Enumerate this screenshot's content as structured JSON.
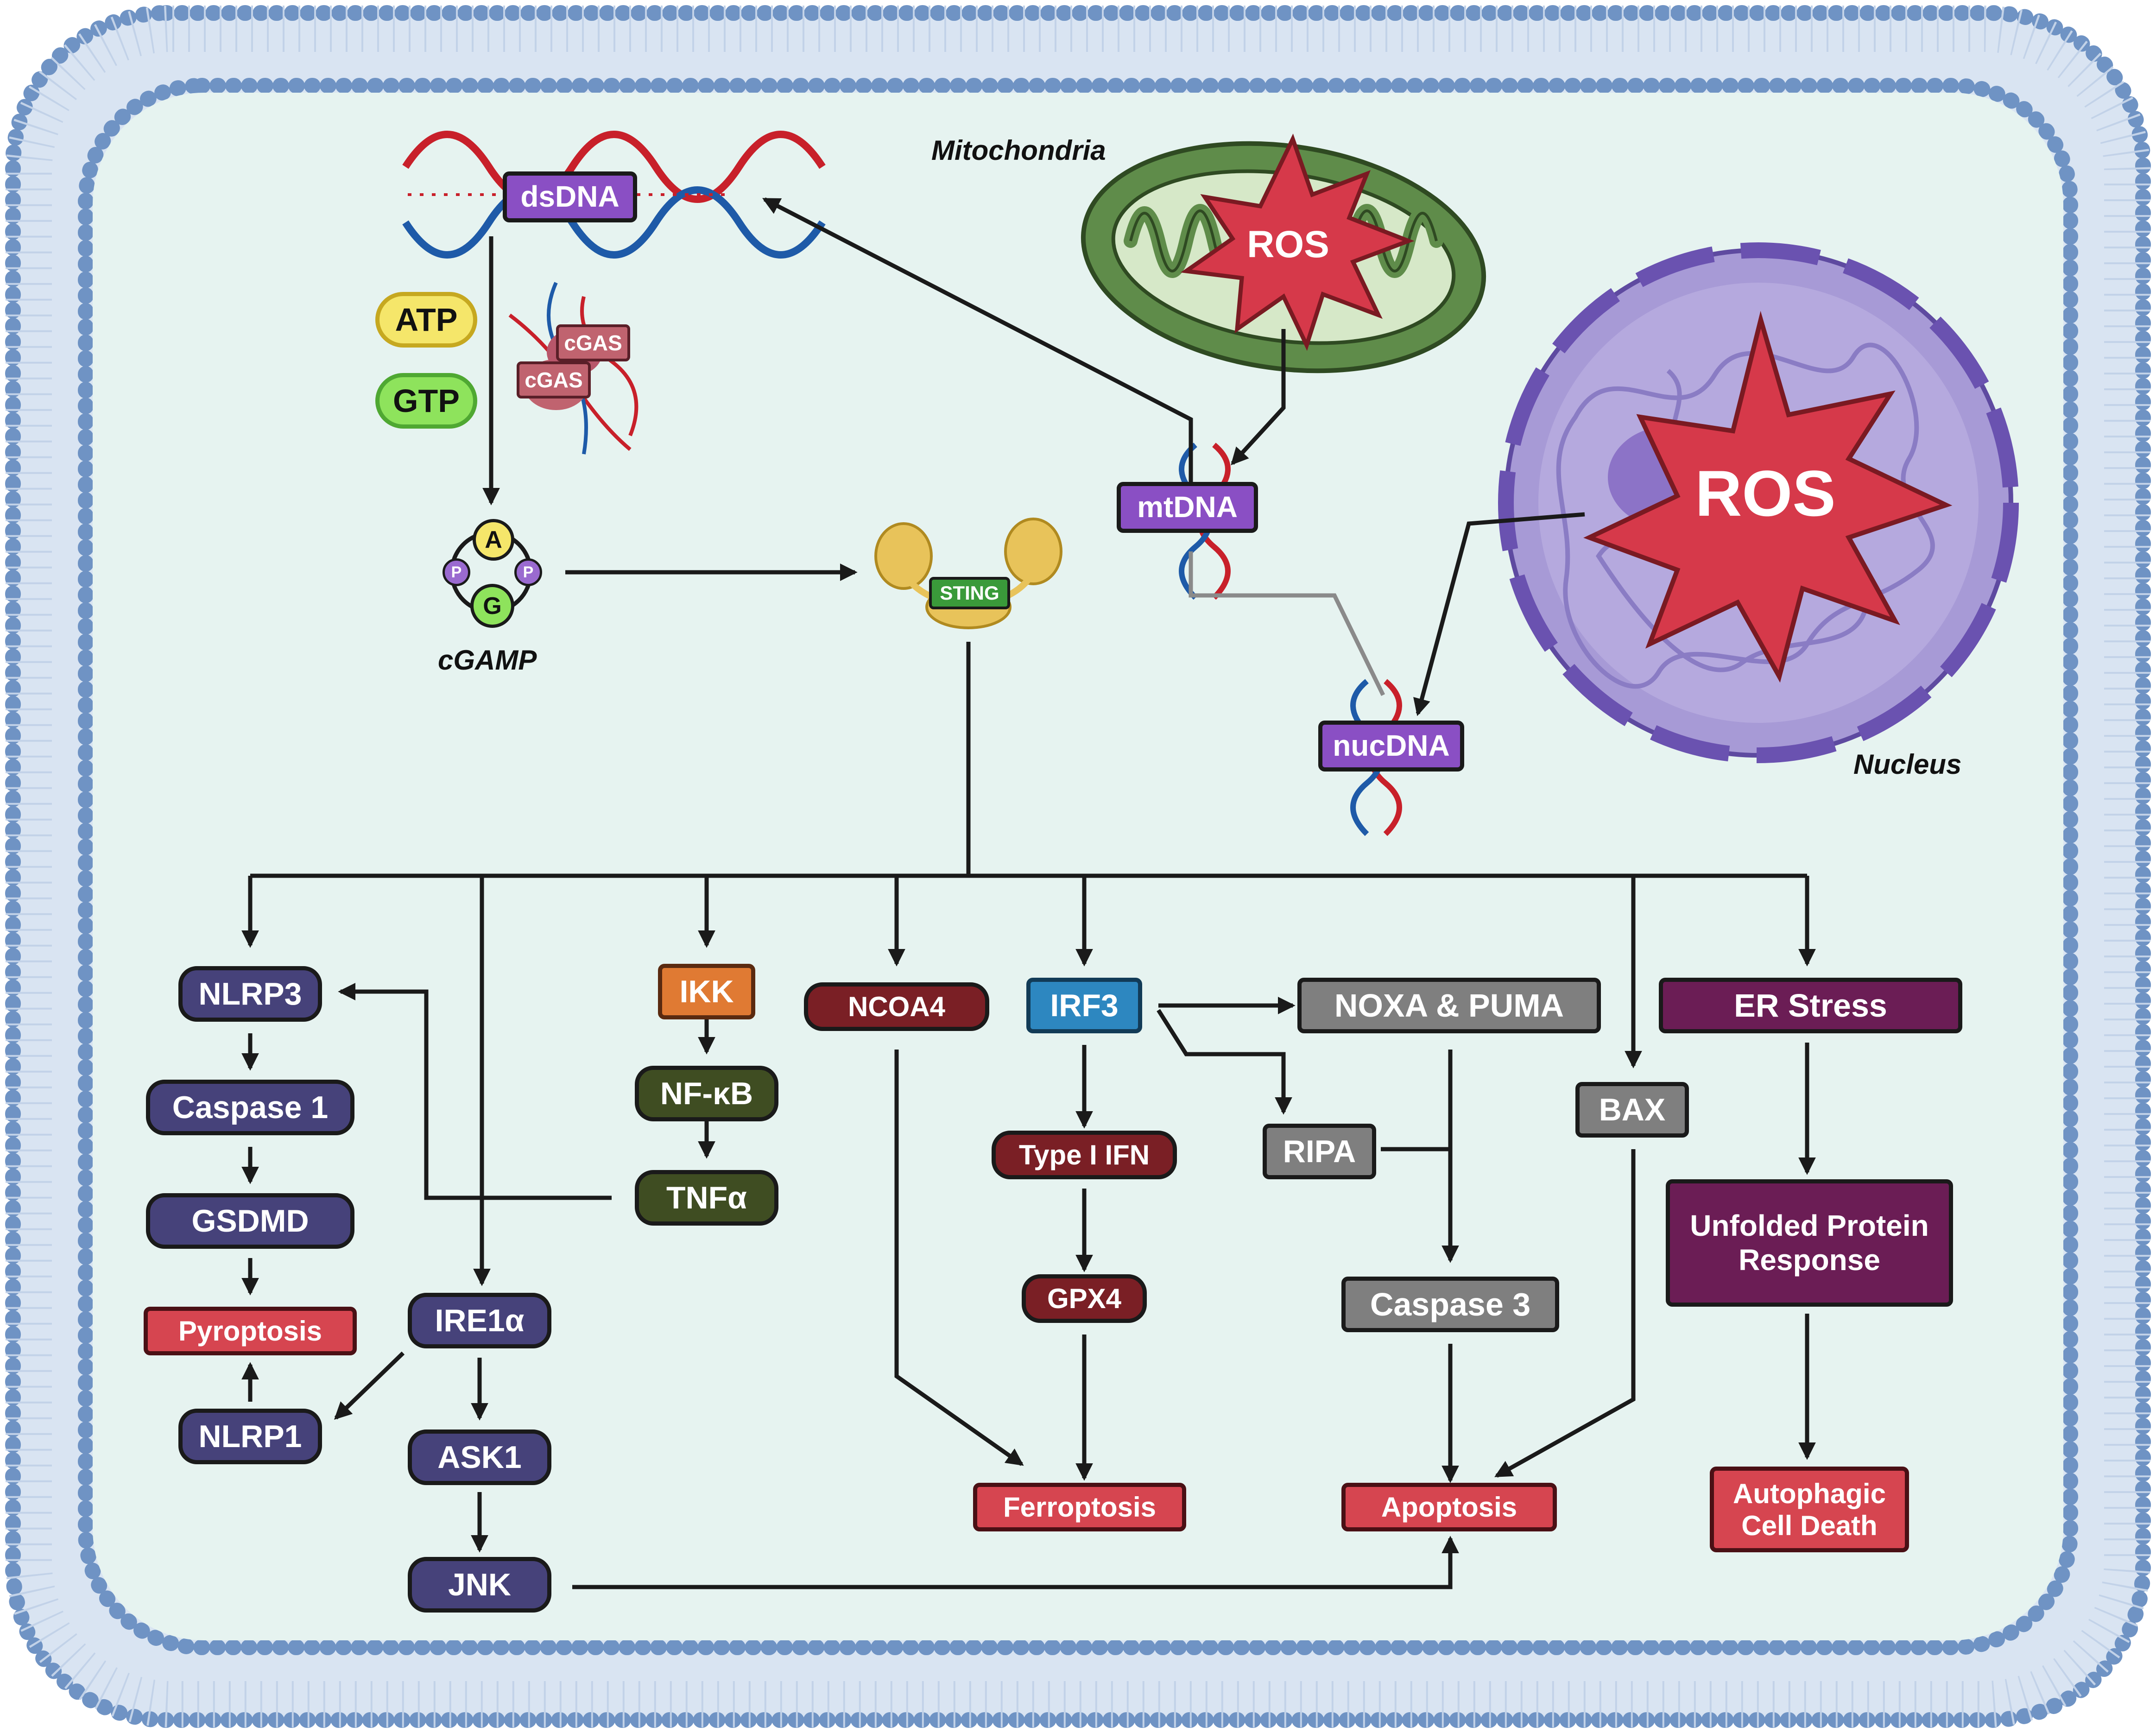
{
  "organelles": {
    "mitochondria_label": "Mitochondria",
    "nucleus_label": "Nucleus",
    "ros_mito": "ROS",
    "ros_nucleus": "ROS"
  },
  "dna": {
    "dsdna": "dsDNA",
    "mtdna": "mtDNA",
    "nucdna": "nucDNA"
  },
  "cgas_pathway": {
    "atp": "ATP",
    "gtp": "GTP",
    "cgas_1": "cGAS",
    "cgas_2": "cGAS",
    "cgamp_label": "cGAMP",
    "cgamp_a": "A",
    "cgamp_g": "G",
    "cgamp_p1": "P",
    "cgamp_p2": "P",
    "sting": "STING"
  },
  "pyroptosis_branch": {
    "nlrp3": "NLRP3",
    "caspase1": "Caspase 1",
    "gsdmd": "GSDMD",
    "pyroptosis": "Pyroptosis",
    "nlrp1": "NLRP1"
  },
  "nfkb_branch": {
    "ikk": "IKK",
    "nfkb": "NF-κB",
    "tnfa": "TNFα"
  },
  "ire1_branch": {
    "ire1a": "IRE1α",
    "ask1": "ASK1",
    "jnk": "JNK"
  },
  "ferroptosis_branch": {
    "ncoa4": "NCOA4",
    "irf3": "IRF3",
    "type1_ifn": "Type I IFN",
    "gpx4": "GPX4",
    "ferroptosis": "Ferroptosis"
  },
  "apoptosis_branch": {
    "noxa_puma": "NOXA & PUMA",
    "ripa": "RIPA",
    "bax": "BAX",
    "caspase3": "Caspase 3",
    "apoptosis": "Apoptosis"
  },
  "er_branch": {
    "er_stress": "ER Stress",
    "upr_line1": "Unfolded Protein",
    "upr_line2": "Response",
    "autophagic_line1": "Autophagic",
    "autophagic_line2": "Cell Death"
  },
  "colors": {
    "cytoplasm": "#e6f3f0",
    "membrane": "#6f93c4",
    "mitochondria": "#5f8c4a",
    "nucleus": "#a79ad6",
    "ros": "#d6394a",
    "purple_node": "#46427a",
    "dna_tag": "#8a4fc4",
    "cell_death": "#d64550",
    "ikk": "#e07a33",
    "nfkb_green": "#3f4d22",
    "dark_red": "#7a1f25",
    "irf3_blue": "#2d87c0",
    "grey_node": "#7f7f7f",
    "er_purple": "#6b1d55",
    "atp_yellow": "#f5e66a",
    "gtp_green": "#8ee35c",
    "sting_green": "#3a9a3a",
    "cgas_pink": "#c0636f"
  }
}
